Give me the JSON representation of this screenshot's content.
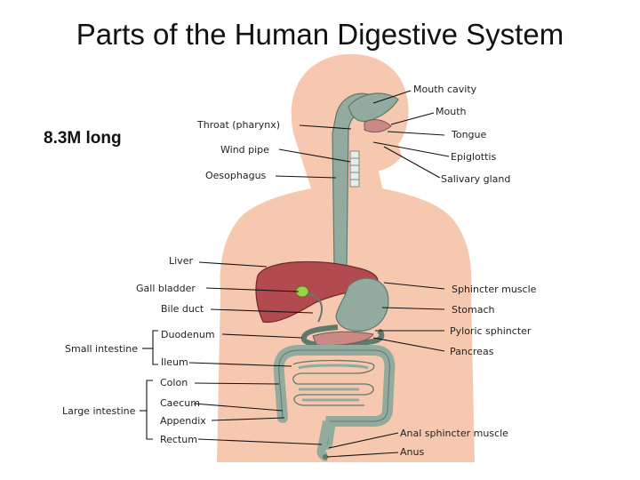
{
  "title": "Parts of the Human Digestive System",
  "length_note": "8.3M long",
  "labels": {
    "mouth_cavity": "Mouth cavity",
    "mouth": "Mouth",
    "tongue": "Tongue",
    "epiglottis": "Epiglottis",
    "salivary_gland": "Salivary gland",
    "throat": "Throat (pharynx)",
    "wind_pipe": "Wind pipe",
    "oesophagus": "Oesophagus",
    "liver": "Liver",
    "gall_bladder": "Gall bladder",
    "bile_duct": "Bile duct",
    "sphincter_muscle": "Sphincter muscle",
    "stomach": "Stomach",
    "pyloric_sphincter": "Pyloric sphincter",
    "pancreas": "Pancreas",
    "duodenum": "Duodenum",
    "ileum": "Ileum",
    "small_intestine": "Small intestine",
    "colon": "Colon",
    "caecum": "Caecum",
    "appendix": "Appendix",
    "rectum": "Rectum",
    "large_intestine": "Large intestine",
    "anal_sphincter": "Anal sphincter muscle",
    "anus": "Anus"
  },
  "colors": {
    "skin": "#f7c8b0",
    "tract": "#93ab9f",
    "tract_outline": "#5e7a6c",
    "liver": "#b34a50",
    "gall": "#9bd24a"
  }
}
